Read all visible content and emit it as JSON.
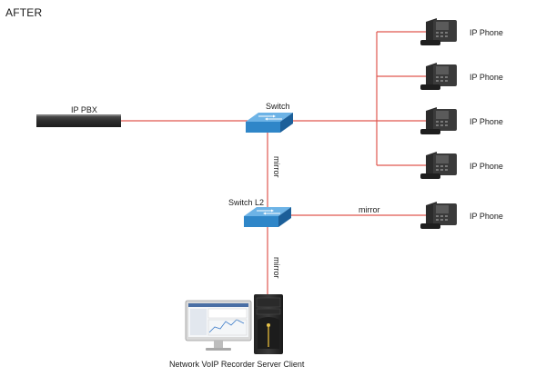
{
  "page_title": "AFTER",
  "nodes": {
    "ip_pbx": "IP PBX",
    "switch": "Switch",
    "switch_l2": "Switch L2",
    "server_client": "Network VoIP Recorder Server Client"
  },
  "phones": [
    "IP Phone",
    "IP Phone",
    "IP Phone",
    "IP Phone",
    "IP Phone"
  ],
  "links": {
    "mirror_vertical_top": "mirror",
    "mirror_horizontal": "mirror",
    "mirror_vertical_bottom": "mirror"
  },
  "colors": {
    "link": "#e0574f",
    "switch_top": "#4f9fd8",
    "switch_side": "#1f6fae",
    "pbx": "#3a3a3a"
  }
}
